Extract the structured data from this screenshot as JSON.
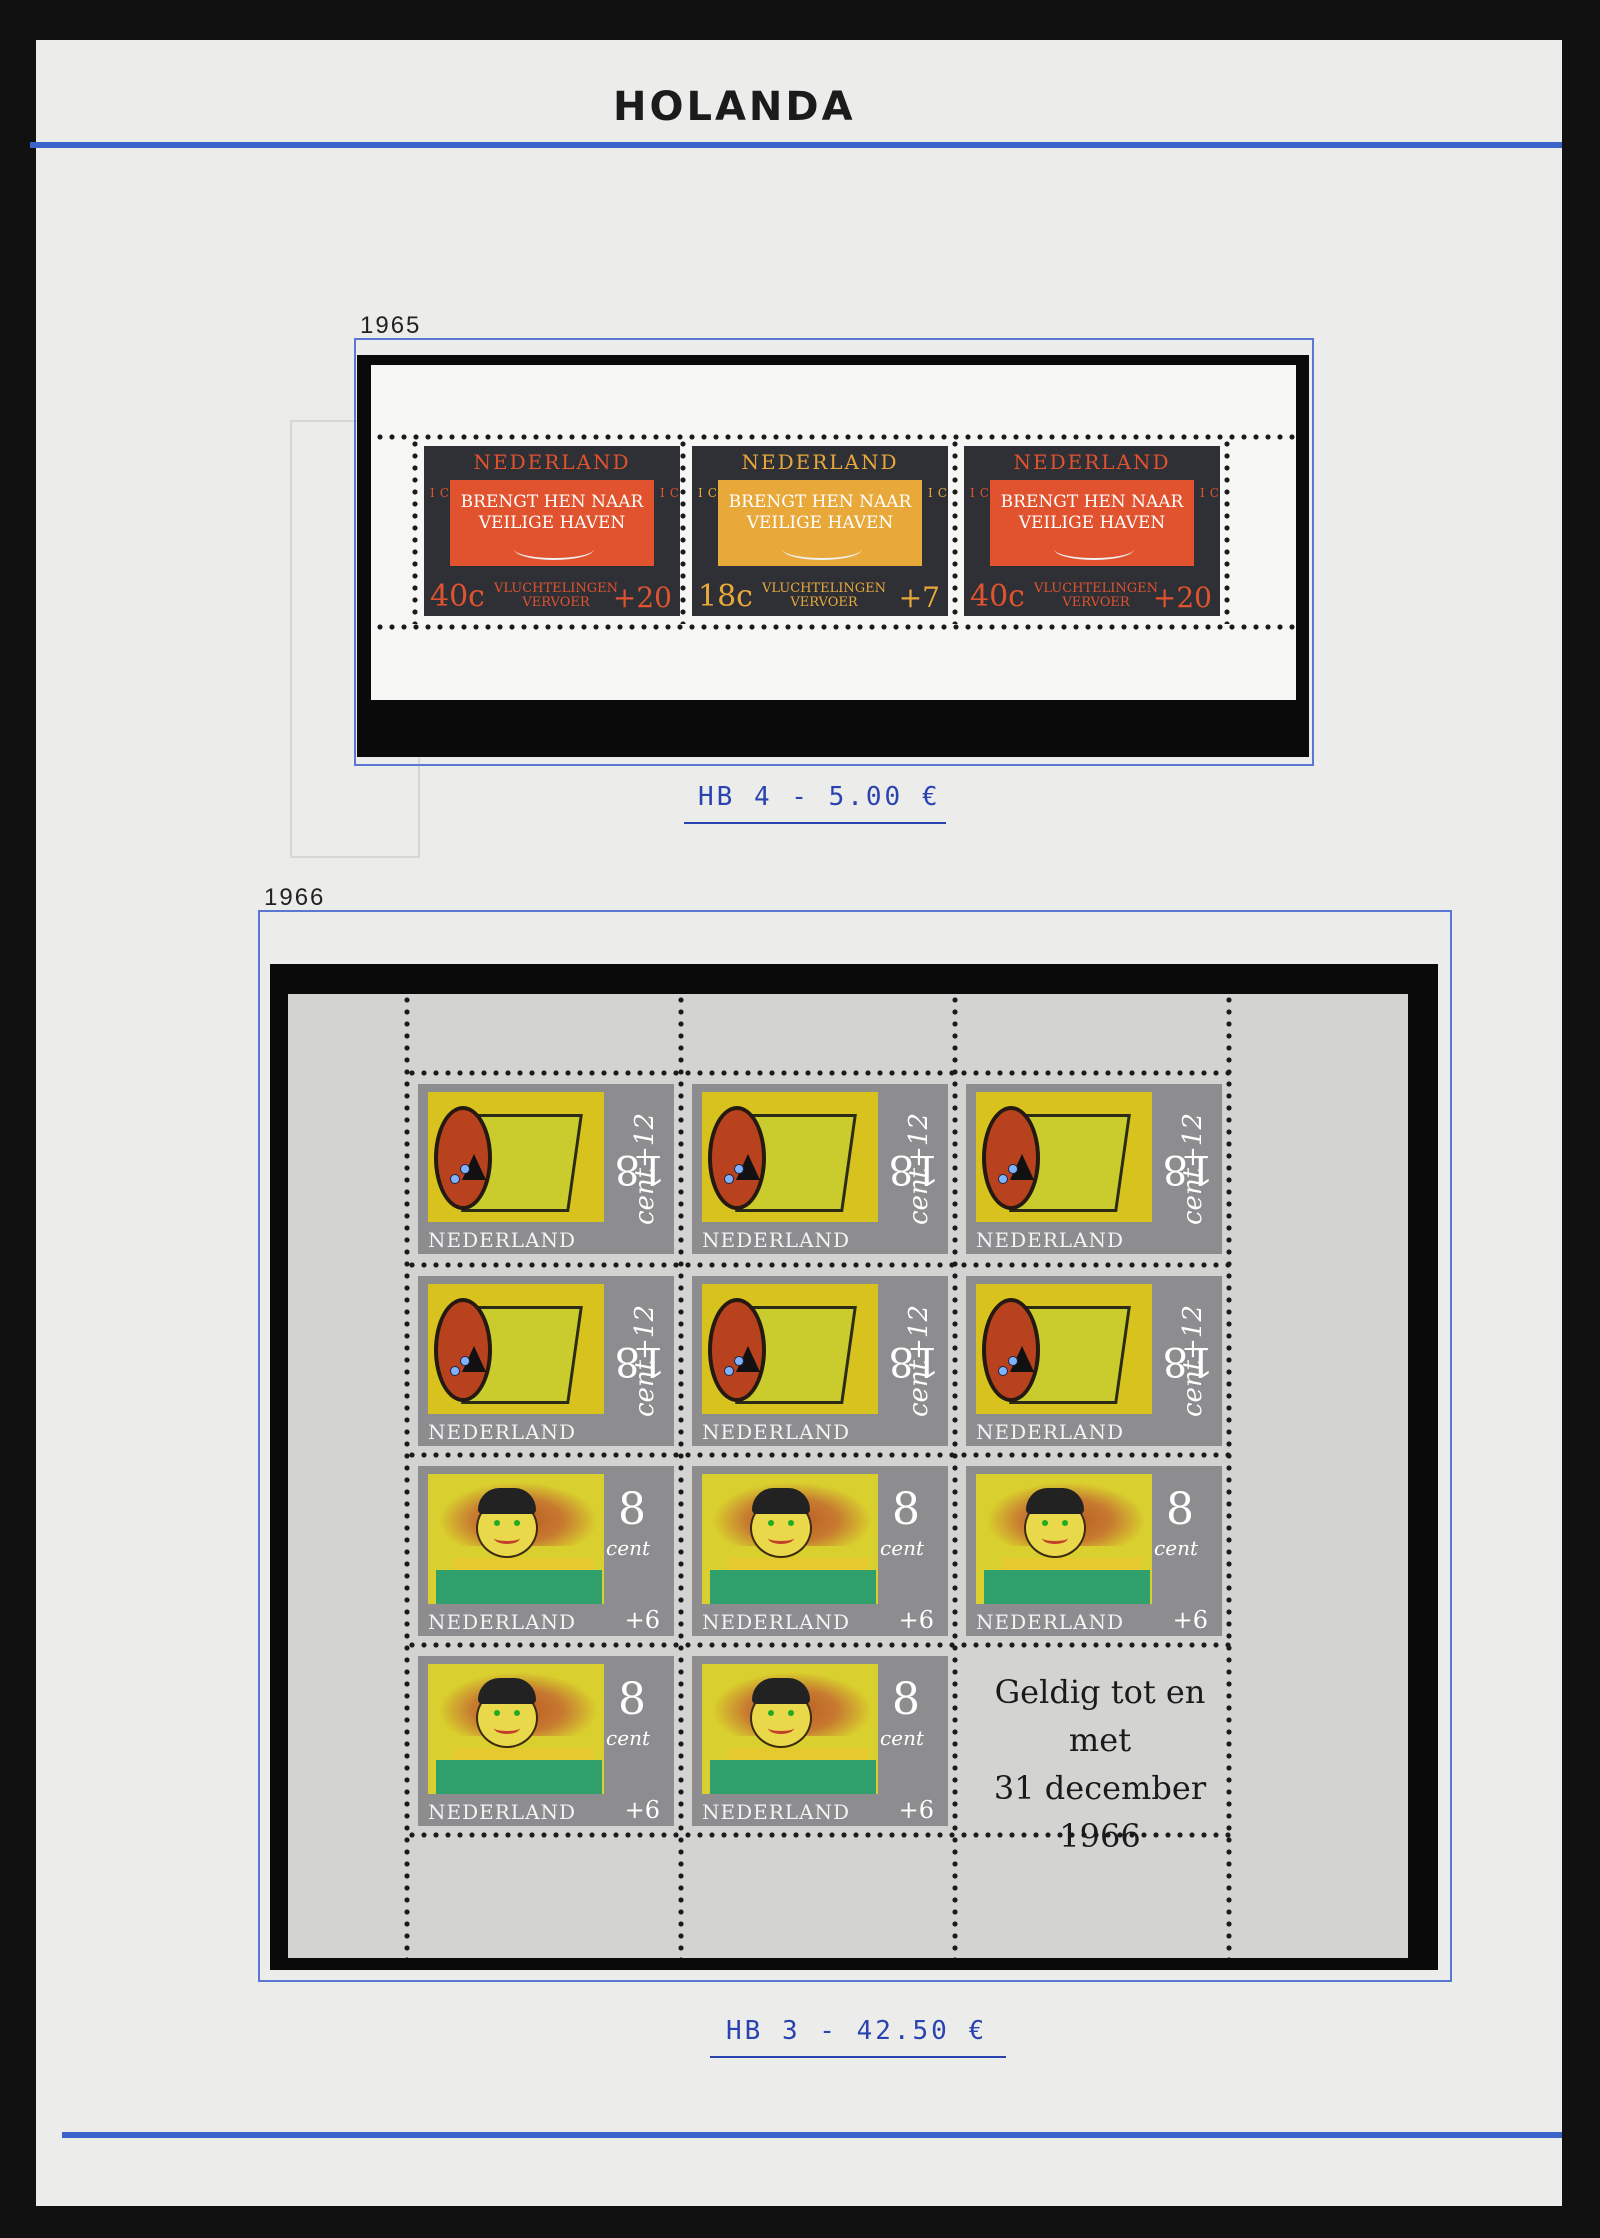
{
  "page_title": "HOLANDA",
  "accent_color": "#3c62cc",
  "block_1965": {
    "year": "1965",
    "note": "HB 4 - 5.00 €",
    "stamps": [
      {
        "country": "NEDERLAND",
        "message": "BRENGT HEN NAAR\nVEILIGE HAVEN",
        "side_text": "ICEM",
        "value": "40c",
        "surcharge": "+20",
        "caption": "VLUCHTELINGEN\nVERVOER",
        "color": "#e0532e",
        "text_color": "#e0532e"
      },
      {
        "country": "NEDERLAND",
        "message": "BRENGT HEN NAAR\nVEILIGE HAVEN",
        "side_text": "ICEM",
        "value": "18c",
        "surcharge": "+7",
        "caption": "VLUCHTELINGEN\nVERVOER",
        "color": "#e8a93a",
        "text_color": "#e8a93a"
      },
      {
        "country": "NEDERLAND",
        "message": "BRENGT HEN NAAR\nVEILIGE HAVEN",
        "side_text": "ICEM",
        "value": "40c",
        "surcharge": "+20",
        "caption": "VLUCHTELINGEN\nVERVOER",
        "color": "#e0532e",
        "text_color": "#e0532e"
      }
    ]
  },
  "block_1966": {
    "year": "1966",
    "note": "HB 3 - 42.50 €",
    "country": "NEDERLAND",
    "drum_value": "18",
    "drum_value_suffix": "cent+12",
    "doll_value": "8",
    "doll_unit": "cent",
    "doll_surcharge": "+6",
    "validity_text": "Geldig tot en met\n31 december\n1966"
  }
}
